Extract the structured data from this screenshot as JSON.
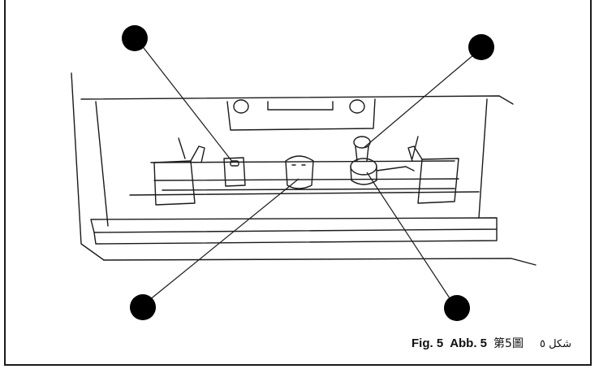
{
  "caption": {
    "fig": "Fig. 5",
    "abb": "Abb. 5",
    "jp": "第5圖",
    "ar": "شكل ٥"
  },
  "colors": {
    "ink": "#1a1a1a",
    "callout": "#000000",
    "background": "#ffffff"
  }
}
